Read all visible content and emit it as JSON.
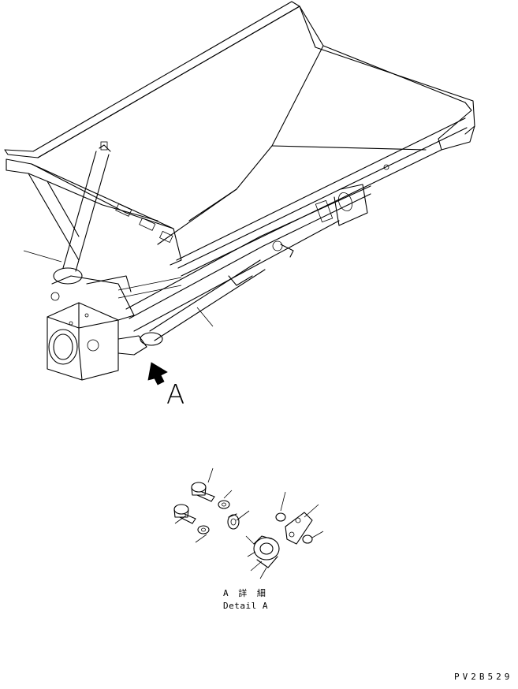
{
  "view_label": "A",
  "detail": {
    "title_jp": "A 詳 細",
    "title_en": "Detail A"
  },
  "drawing_code": "PV2B529"
}
